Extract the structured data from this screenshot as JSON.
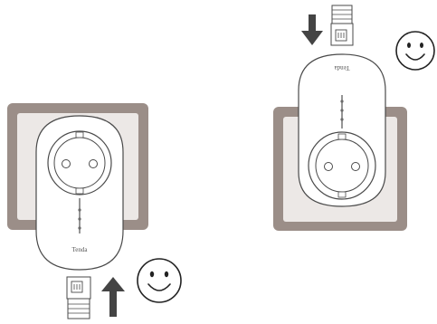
{
  "figure": {
    "left_panel": {
      "device_brand": "Tenda",
      "step_direction": "up",
      "emotion": "happy"
    },
    "right_panel": {
      "device_brand": "Tenda",
      "step_direction": "down",
      "emotion": "happy"
    }
  },
  "icons": {
    "arrow_left": "arrow-up-icon",
    "arrow_right": "arrow-down-icon",
    "smiley": "smiley-face-icon"
  },
  "colors": {
    "wall_plate": "#9b8e88",
    "plate_inner": "#ece8e6",
    "line": "#4a4a4a",
    "arrow": "#444444",
    "device_fill": "#ffffff"
  }
}
